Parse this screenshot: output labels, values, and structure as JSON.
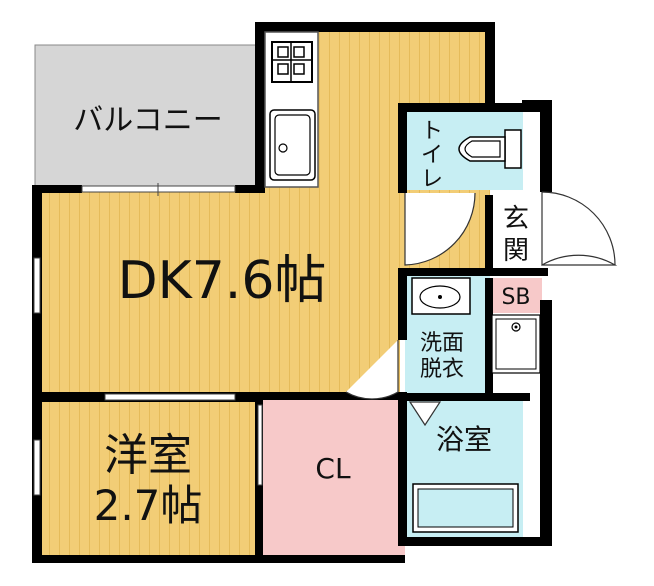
{
  "rooms": {
    "balcony": {
      "label": "バルコニー"
    },
    "dk": {
      "label": "DK7.6帖"
    },
    "toilet": {
      "label": "トイレ"
    },
    "entrance": {
      "label": "玄関"
    },
    "shoebox": {
      "label": "SB"
    },
    "washroom": {
      "label_line1": "洗面",
      "label_line2": "脱衣"
    },
    "bathroom": {
      "label": "浴室"
    },
    "closet": {
      "label": "CL"
    },
    "western": {
      "label_line1": "洋室",
      "label_line2": "2.7帖"
    }
  },
  "colors": {
    "wood_floor": "#f2cd76",
    "wood_stripe": "#e7bd5c",
    "wet_area": "#c7eef3",
    "closet": "#f7c9c9",
    "balcony": "#d6d6d6",
    "wall": "#000000",
    "window": "#ffffff"
  }
}
